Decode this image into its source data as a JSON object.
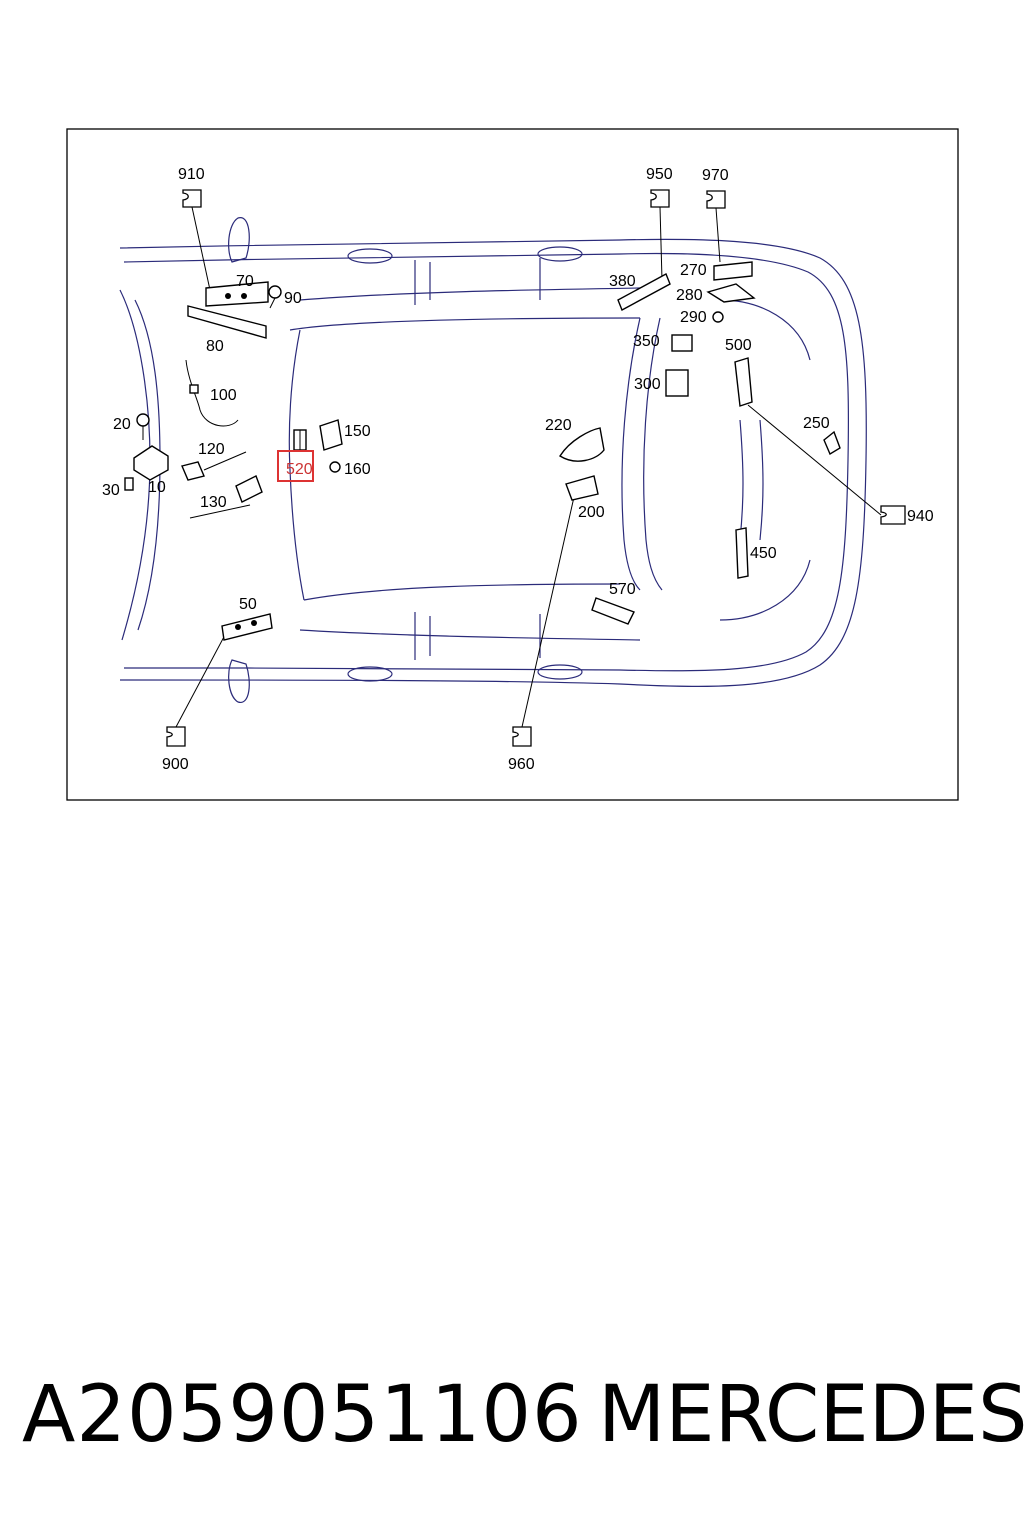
{
  "diagram": {
    "labels": [
      "910",
      "950",
      "970",
      "70",
      "90",
      "80",
      "380",
      "270",
      "280",
      "290",
      "350",
      "500",
      "300",
      "100",
      "20",
      "150",
      "520",
      "160",
      "120",
      "220",
      "250",
      "10",
      "30",
      "130",
      "200",
      "940",
      "450",
      "570",
      "50",
      "900",
      "960"
    ],
    "highlight": "520",
    "colors": {
      "vehicle_outline": "#2b2b7a",
      "highlight_box": "#dd3333",
      "line_art": "#000000"
    }
  },
  "footer": {
    "part_number": "A2059051106",
    "brand": "MERCEDES"
  }
}
